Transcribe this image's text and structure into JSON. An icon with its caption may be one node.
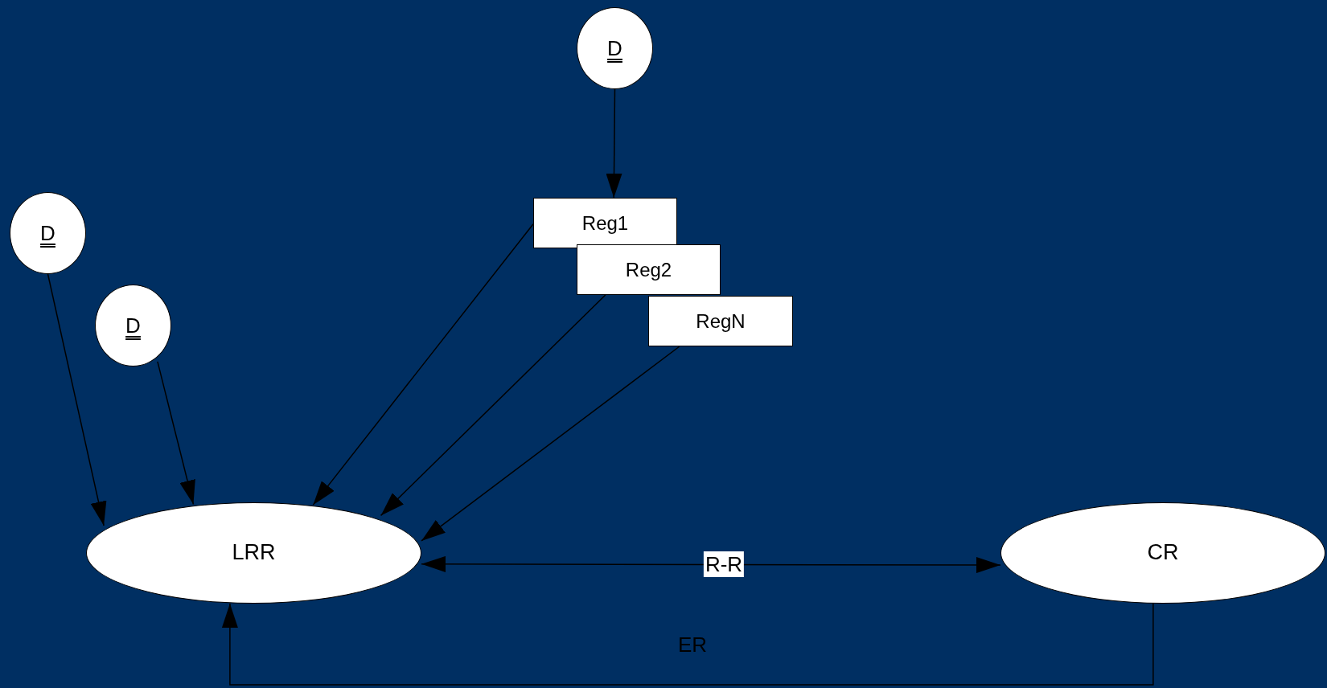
{
  "diagram": {
    "nodes": [
      {
        "text": [
          "D"
        ]
      },
      {
        "text": [
          "Reg1"
        ]
      },
      {
        "text": [
          "Reg2"
        ]
      },
      {
        "text": [
          "RegN"
        ]
      },
      {
        "text": [
          "D"
        ]
      },
      {
        "text": [
          "D"
        ]
      },
      {
        "text": [
          "LRR"
        ]
      },
      {
        "text": [
          "CR"
        ]
      }
    ],
    "edges": [
      {
        "from": 0,
        "to": 1,
        "arrow": "to"
      },
      {
        "from": 4,
        "to": 6,
        "arrow": "to"
      },
      {
        "from": 5,
        "to": 6,
        "arrow": "to"
      },
      {
        "from": 1,
        "to": 6,
        "arrow": "to"
      },
      {
        "from": 2,
        "to": 6,
        "arrow": "to"
      },
      {
        "from": 3,
        "to": 6,
        "arrow": "to"
      },
      {
        "from": 6,
        "to": 7,
        "arrow": "both",
        "label": "R-R"
      },
      {
        "from": 7,
        "to": 6,
        "arrow": "to",
        "label": "ER"
      }
    ]
  }
}
